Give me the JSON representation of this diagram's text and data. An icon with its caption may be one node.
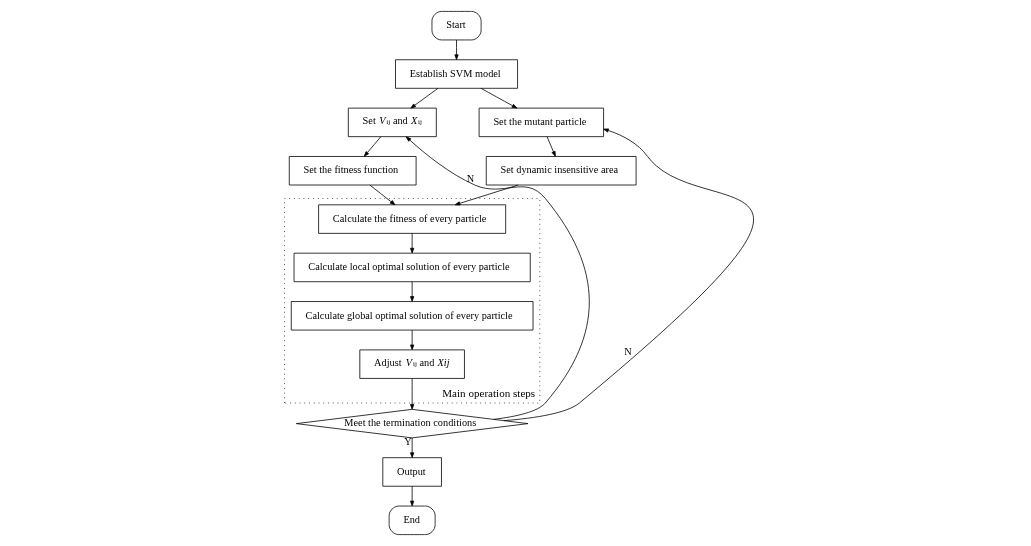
{
  "diagram": {
    "nodes": [
      {
        "text": [
          "Start"
        ]
      },
      {
        "text": [
          "Establish SVM model"
        ]
      },
      {
        "text": [
          "Set *V*$_{ij}$ and *X*$_{ij}$"
        ]
      },
      {
        "text": [
          "Set the mutant particle"
        ]
      },
      {
        "text": [
          "Set the fitness function"
        ]
      },
      {
        "text": [
          "Set dynamic insensitive area"
        ]
      },
      {
        "text": [
          "Main operation steps"
        ]
      },
      {
        "text": [
          "Calculate the fitness of every particle"
        ],
        "in": 6
      },
      {
        "text": [
          "Calculate local optimal solution of every particle"
        ],
        "in": 6
      },
      {
        "text": [
          "Calculate global optimal solution of every particle"
        ],
        "in": 6
      },
      {
        "text": [
          "Adjust *V*$_{ij}$ and *Xij*"
        ],
        "in": 6
      },
      {
        "text": [
          "Meet the termination conditions"
        ]
      },
      {
        "text": [
          "Output"
        ]
      },
      {
        "text": [
          "End"
        ]
      }
    ],
    "edges": [
      {
        "from": 0,
        "to": 1,
        "arrow": "to"
      },
      {
        "from": 1,
        "to": 2,
        "arrow": "to"
      },
      {
        "from": 1,
        "to": 3,
        "arrow": "to"
      },
      {
        "from": 2,
        "to": 4,
        "arrow": "to"
      },
      {
        "from": 3,
        "to": 5,
        "arrow": "to"
      },
      {
        "from": 4,
        "to": 7,
        "arrow": "to"
      },
      {
        "from": 5,
        "to": 7,
        "arrow": "to"
      },
      {
        "from": 7,
        "to": 8,
        "arrow": "to"
      },
      {
        "from": 8,
        "to": 9,
        "arrow": "to"
      },
      {
        "from": 9,
        "to": 10,
        "arrow": "to"
      },
      {
        "from": 10,
        "to": 11,
        "arrow": "to"
      },
      {
        "from": 11,
        "to": 2,
        "arrow": "to",
        "label": "N"
      },
      {
        "from": 11,
        "to": 3,
        "arrow": "to",
        "label": "N"
      },
      {
        "from": 11,
        "to": 12,
        "arrow": "to",
        "label": "Y"
      },
      {
        "from": 12,
        "to": 13,
        "arrow": "to"
      }
    ]
  }
}
